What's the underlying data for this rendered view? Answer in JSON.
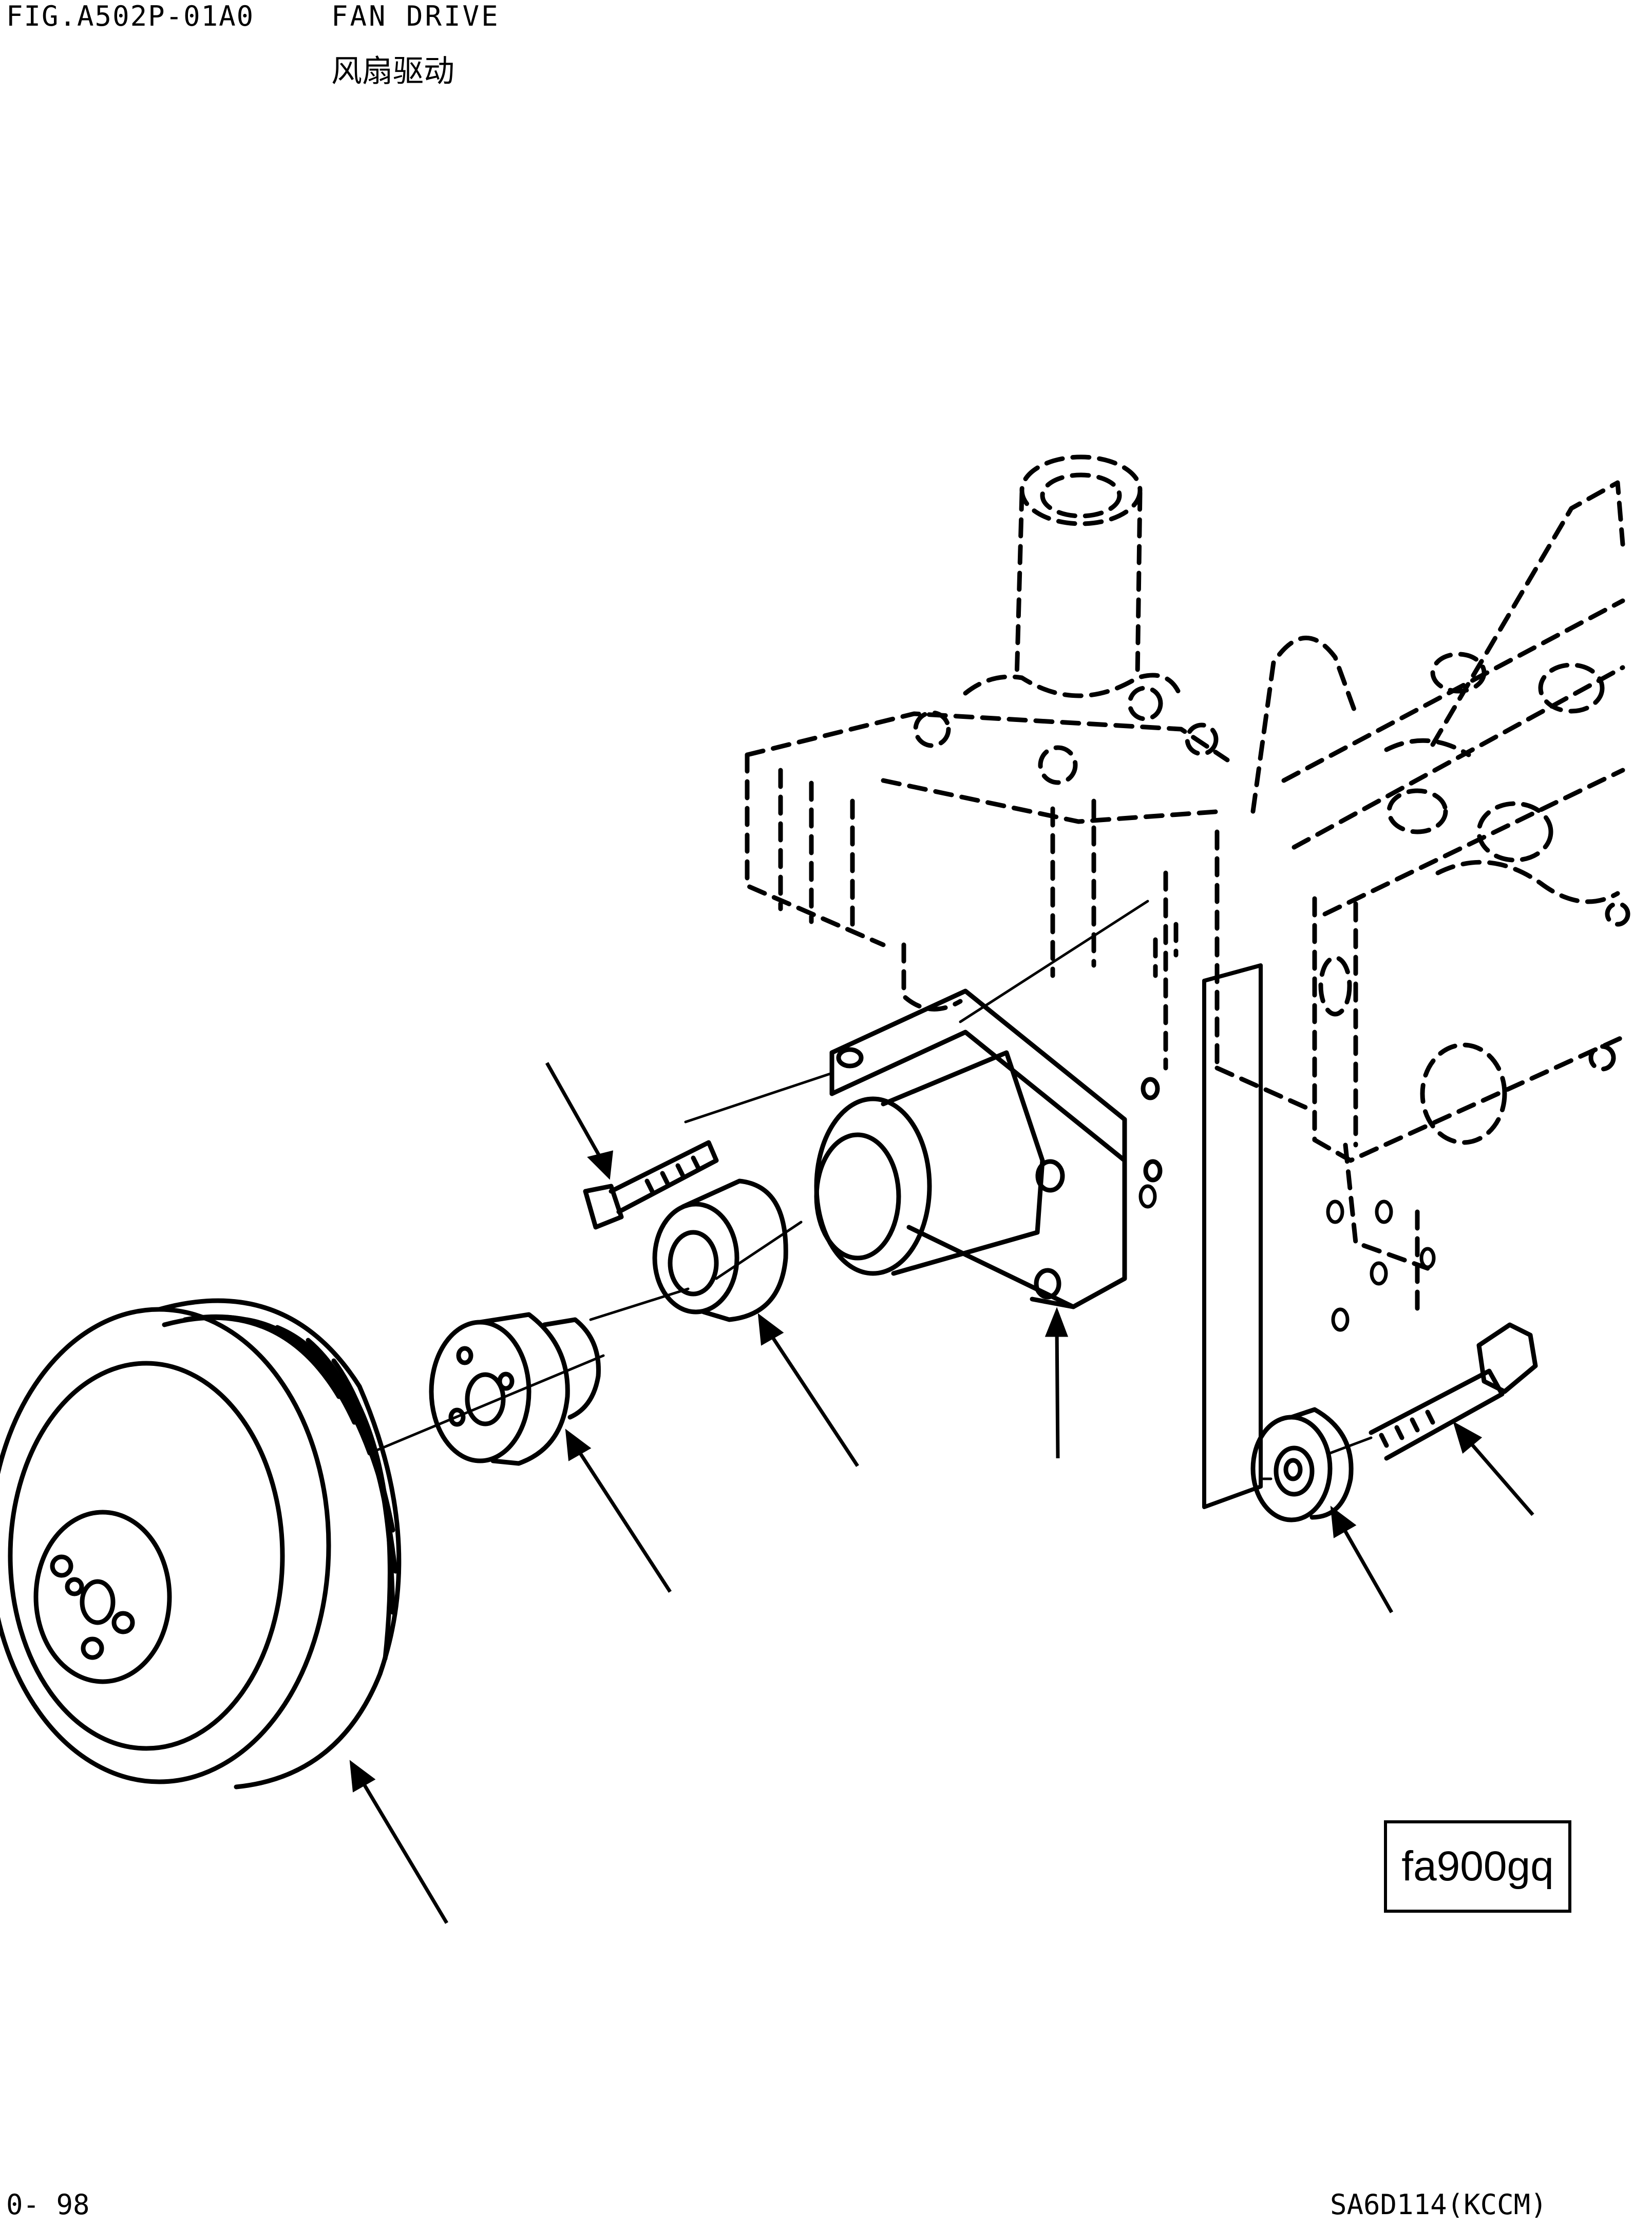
{
  "header": {
    "figure_number": "FIG.A502P-01A0",
    "title_en": "FAN DRIVE",
    "title_zh": "风扇驱动"
  },
  "diagram": {
    "drawing_code": "fa900gq",
    "parts": [
      {
        "name": "bolt-upper"
      },
      {
        "name": "spacer-sleeve"
      },
      {
        "name": "bracket"
      },
      {
        "name": "fan-hub"
      },
      {
        "name": "pulley"
      },
      {
        "name": "idler-washer"
      },
      {
        "name": "bolt-right"
      }
    ]
  },
  "footer": {
    "page_number": "0- 98",
    "model": "SA6D114(KCCM)"
  }
}
